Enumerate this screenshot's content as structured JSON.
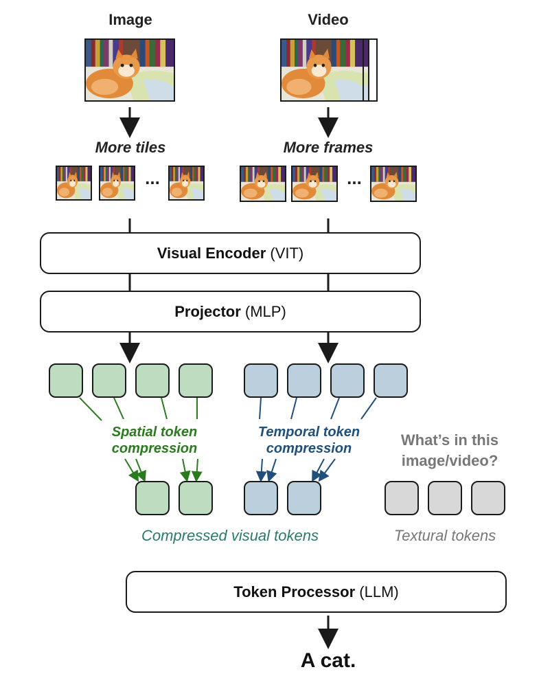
{
  "inputs": {
    "image_label": "Image",
    "video_label": "Video",
    "image_strategy": "More tiles",
    "video_strategy": "More frames",
    "ellipsis": "..."
  },
  "encoder": {
    "label_bold": "Visual Encoder",
    "label_rest": " (VIT)"
  },
  "projector": {
    "label_bold": "Projector",
    "label_rest": " (MLP)"
  },
  "compression": {
    "spatial_line1": "Spatial token",
    "spatial_line2": "compression",
    "temporal_line1": "Temporal token",
    "temporal_line2": "compression"
  },
  "question": {
    "line1": "What’s in this",
    "line2": "image/video?"
  },
  "captions": {
    "compressed": "Compressed visual tokens",
    "textual": "Textural tokens"
  },
  "llm": {
    "label_bold": "Token Processor",
    "label_rest": " (LLM)"
  },
  "output": "A cat.",
  "colors": {
    "green_token": "#bedcbf",
    "blue_token": "#bccfdc",
    "gray_token": "#d8d8d8",
    "spatial_text": "#2a7a1e",
    "temporal_text": "#1f4f7a",
    "compressed_text": "#2a7a6a",
    "gray_text": "#777777"
  }
}
